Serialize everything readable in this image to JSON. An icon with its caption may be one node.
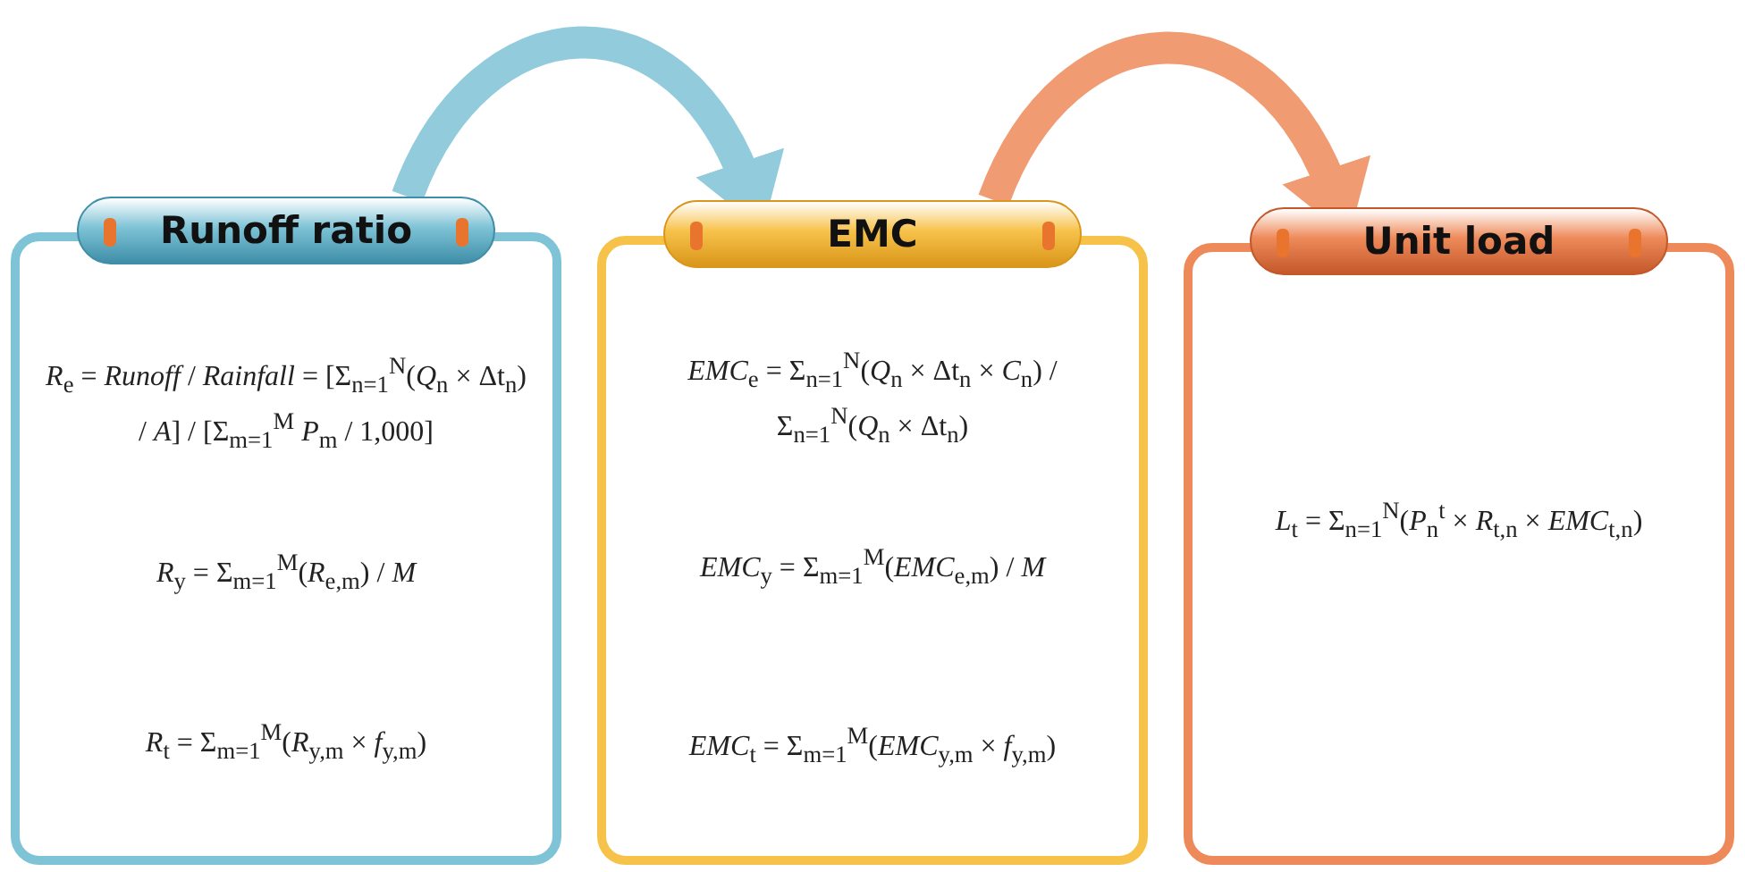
{
  "diagram": {
    "nodes": [
      {
        "text": [
          "Runoff ratio",
          "*R*$_{e}$ = *Runoff* / *Rainfall* = [Σ$_{n=1}$$^{N}$(*Q*$_{n}$ × Δt$_{n}$) / *A*] / [Σ$_{m=1}$$^{M}$ *P*$_{m}$ / 1,000]",
          "*R*$_{y}$ = Σ$_{m=1}$$^{M}$(*R*$_{e,m}$) / *M*",
          "*R*$_{t}$ = Σ$_{m=1}$$^{M}$(*R*$_{y,m}$ × *f*$_{y,m}$)"
        ]
      },
      {
        "text": [
          "EMC",
          "*EMC*$_{e}$ = Σ$_{n=1}$$^{N}$(*Q*$_{n}$ × Δt$_{n}$ × *C*$_{n}$) / Σ$_{n=1}$$^{N}$(*Q*$_{n}$ × Δt$_{n}$)",
          "*EMC*$_{y}$ = Σ$_{m=1}$$^{M}$(*EMC*$_{e,m}$) / *M*",
          "*EMC*$_{t}$ = Σ$_{m=1}$$^{M}$(*EMC*$_{y,m}$ × *f*$_{y,m}$)"
        ]
      },
      {
        "text": [
          "Unit load",
          "*L*$_{t}$ = Σ$_{n=1}$$^{N}$(*P*$_{n}$$^{t}$ × *R*$_{t,n}$ × *EMC*$_{t,n}$)"
        ]
      }
    ],
    "edges": [
      {
        "from": 0,
        "to": 1,
        "arrow": "to",
        "color": "#7ec3d6"
      },
      {
        "from": 1,
        "to": 2,
        "arrow": "to",
        "color": "#ee8a5a"
      }
    ]
  }
}
